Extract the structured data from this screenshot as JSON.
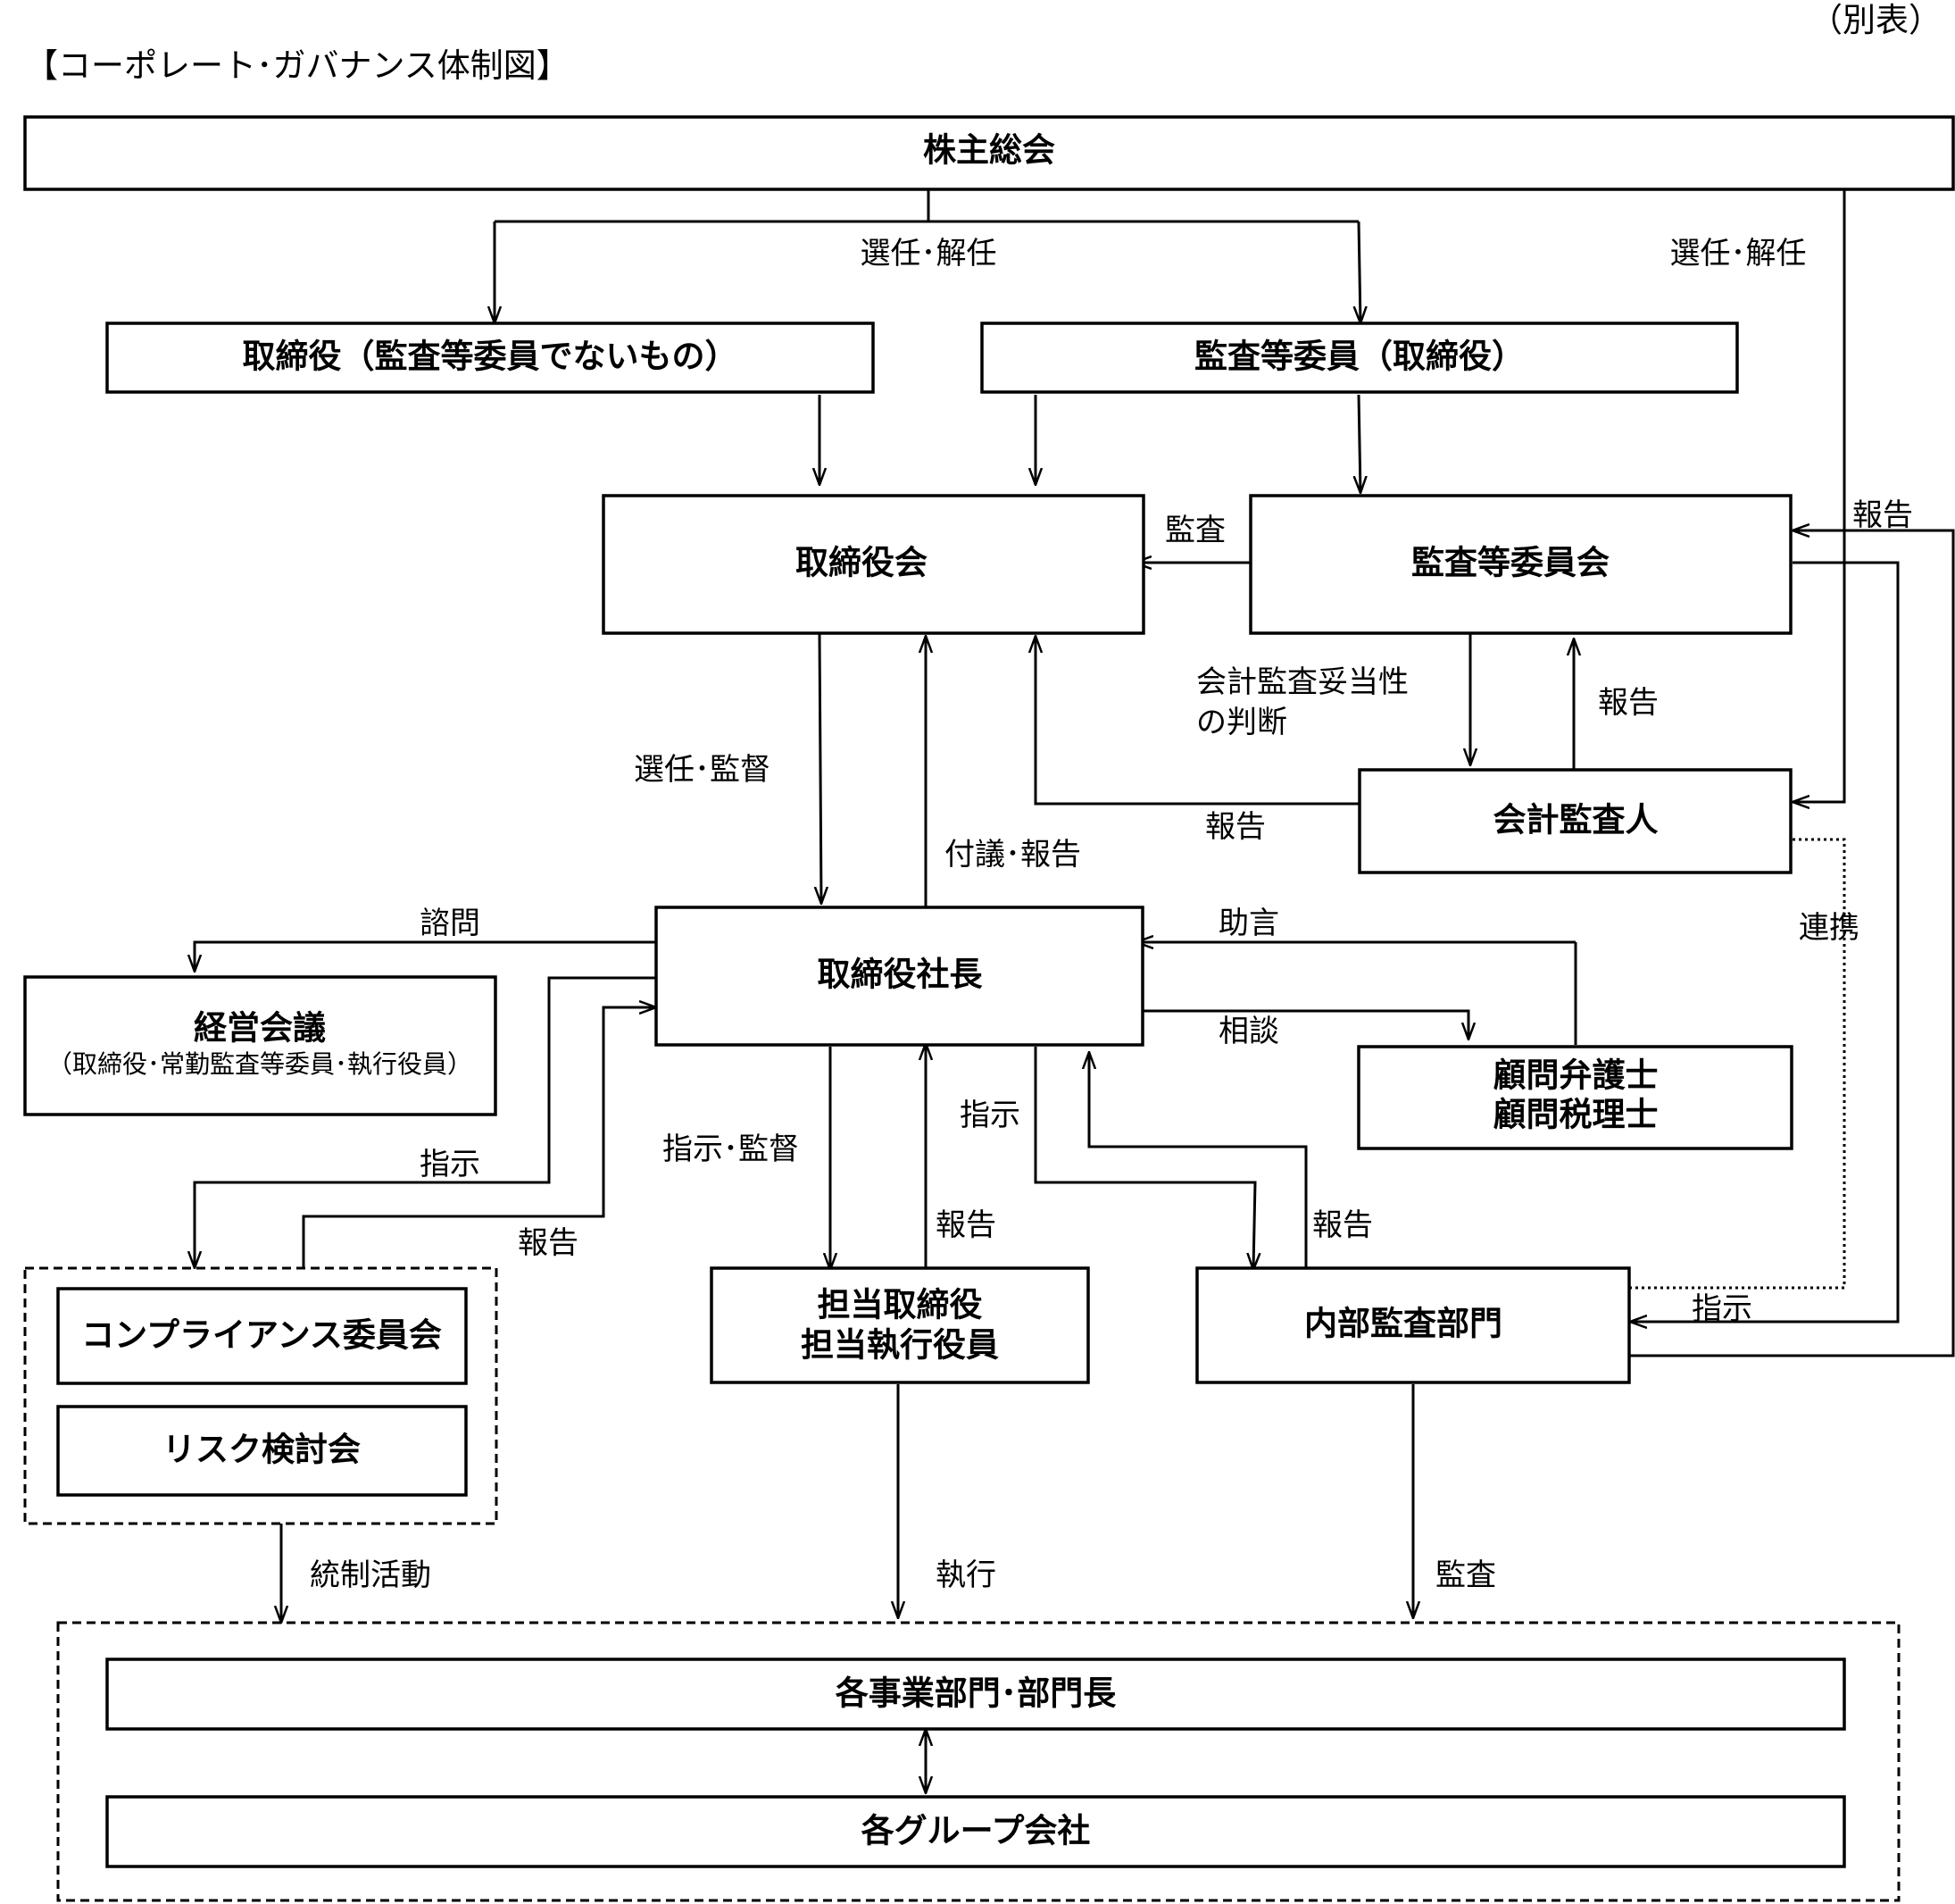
{
  "header": {
    "title": "【コーポレート･ガバナンス体制図】",
    "note": "（別表）"
  },
  "nodes": {
    "shareholders_meeting": "株主総会",
    "directors_non_audit": "取締役（監査等委員でないもの）",
    "audit_members": "監査等委員（取締役）",
    "board": "取締役会",
    "audit_committee": "監査等委員会",
    "accounting_auditor": "会計監査人",
    "president": "取締役社長",
    "management_meeting": "経営会議",
    "management_meeting_sub": "（取締役･常勤監査等委員･執行役員）",
    "advisors_line1": "顧問弁護士",
    "advisors_line2": "顧問税理士",
    "compliance_committee": "コンプライアンス委員会",
    "risk_meeting": "リスク検討会",
    "officer_line1": "担当取締役",
    "officer_line2": "担当執行役員",
    "internal_audit": "内部監査部門",
    "business_depts": "各事業部門･部門長",
    "group_companies": "各グループ会社"
  },
  "edges": {
    "elect_dismiss_center": "選任･解任",
    "elect_dismiss_right": "選任･解任",
    "audit_board": "監査",
    "report_to_committee": "報告",
    "accounting_judgment_line1": "会計監査妥当性",
    "accounting_judgment_line2": "の判断",
    "report_auditor_to_committee": "報告",
    "report_auditor_to_board": "報告",
    "elect_supervise": "選任･監督",
    "submit_report": "付議･報告",
    "consult_meeting": "諮問",
    "advice": "助言",
    "consultation": "相談",
    "liaison": "連携",
    "instruct_compliance": "指示",
    "report_compliance": "報告",
    "instruct_supervise_officers": "指示･監督",
    "report_officers": "報告",
    "instruct_internal": "指示",
    "report_internal": "報告",
    "instruct_committee_internal": "指示",
    "control_activities": "統制活動",
    "execution": "執行",
    "audit_depts": "監査"
  }
}
